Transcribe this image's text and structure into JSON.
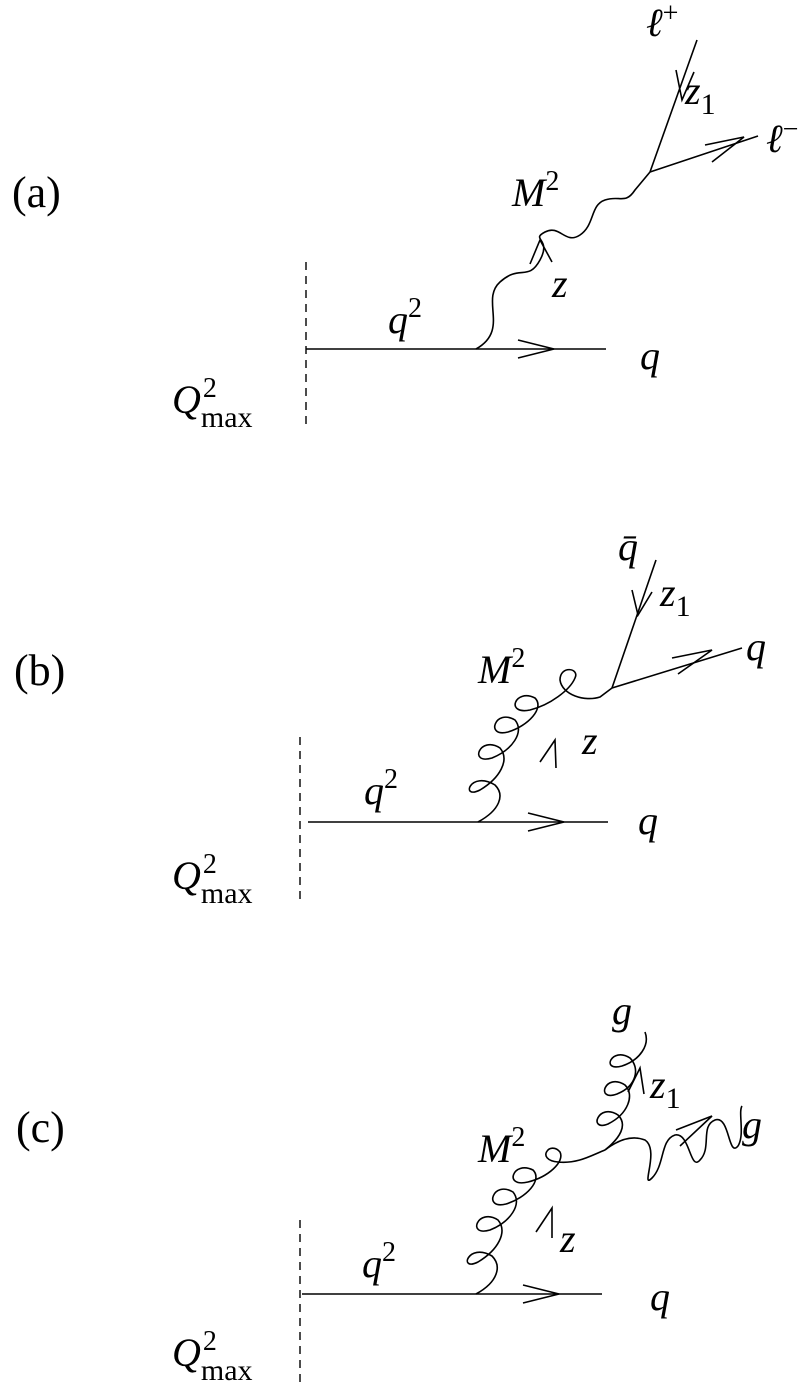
{
  "panels": [
    {
      "label": "(a)",
      "q_squared": "q",
      "q_squared_exp": "2",
      "Qmax": "Q",
      "Qmax_exp": "2",
      "Qmax_sub": "max",
      "quark_out": "q",
      "M": "M",
      "M_exp": "2",
      "z": "z",
      "z1": "z",
      "z1_sub": "1",
      "prod1": "ℓ",
      "prod1_sup": "+",
      "prod2": "ℓ",
      "prod2_sup": "−"
    },
    {
      "label": "(b)",
      "q_squared": "q",
      "q_squared_exp": "2",
      "Qmax": "Q",
      "Qmax_exp": "2",
      "Qmax_sub": "max",
      "quark_out": "q",
      "M": "M",
      "M_exp": "2",
      "z": "z",
      "z1": "z",
      "z1_sub": "1",
      "prod1": "q̄",
      "prod2": "q"
    },
    {
      "label": "(c)",
      "q_squared": "q",
      "q_squared_exp": "2",
      "Qmax": "Q",
      "Qmax_exp": "2",
      "Qmax_sub": "max",
      "quark_out": "q",
      "M": "M",
      "M_exp": "2",
      "z": "z",
      "z1": "z",
      "z1_sub": "1",
      "prod1": "g",
      "prod2": "g"
    }
  ]
}
